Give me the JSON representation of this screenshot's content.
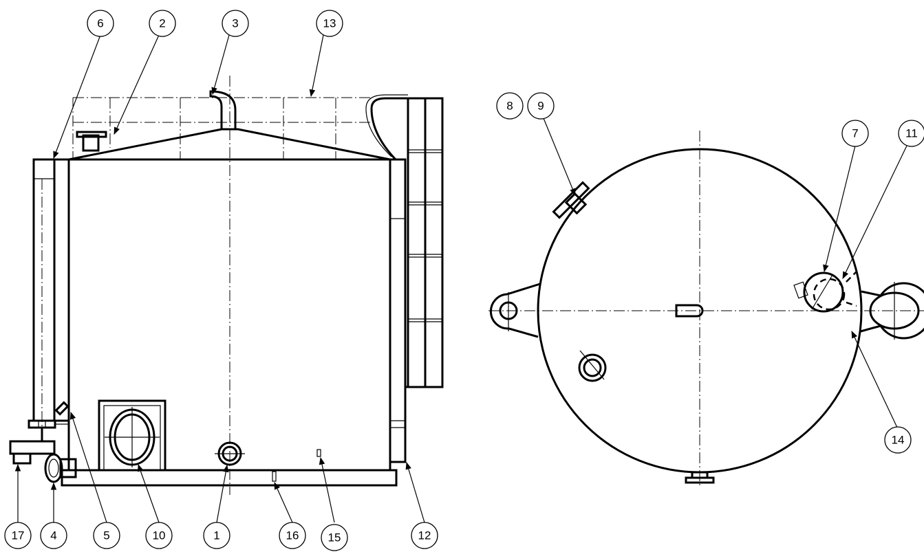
{
  "callouts": [
    {
      "id": "callout-1",
      "label": "1"
    },
    {
      "id": "callout-2",
      "label": "2"
    },
    {
      "id": "callout-3",
      "label": "3"
    },
    {
      "id": "callout-4",
      "label": "4"
    },
    {
      "id": "callout-5",
      "label": "5"
    },
    {
      "id": "callout-6",
      "label": "6"
    },
    {
      "id": "callout-7",
      "label": "7"
    },
    {
      "id": "callout-8",
      "label": "8"
    },
    {
      "id": "callout-9",
      "label": "9"
    },
    {
      "id": "callout-10",
      "label": "10"
    },
    {
      "id": "callout-11",
      "label": "11"
    },
    {
      "id": "callout-12",
      "label": "12"
    },
    {
      "id": "callout-13",
      "label": "13"
    },
    {
      "id": "callout-14",
      "label": "14"
    },
    {
      "id": "callout-15",
      "label": "15"
    },
    {
      "id": "callout-16",
      "label": "16"
    },
    {
      "id": "callout-17",
      "label": "17"
    }
  ]
}
